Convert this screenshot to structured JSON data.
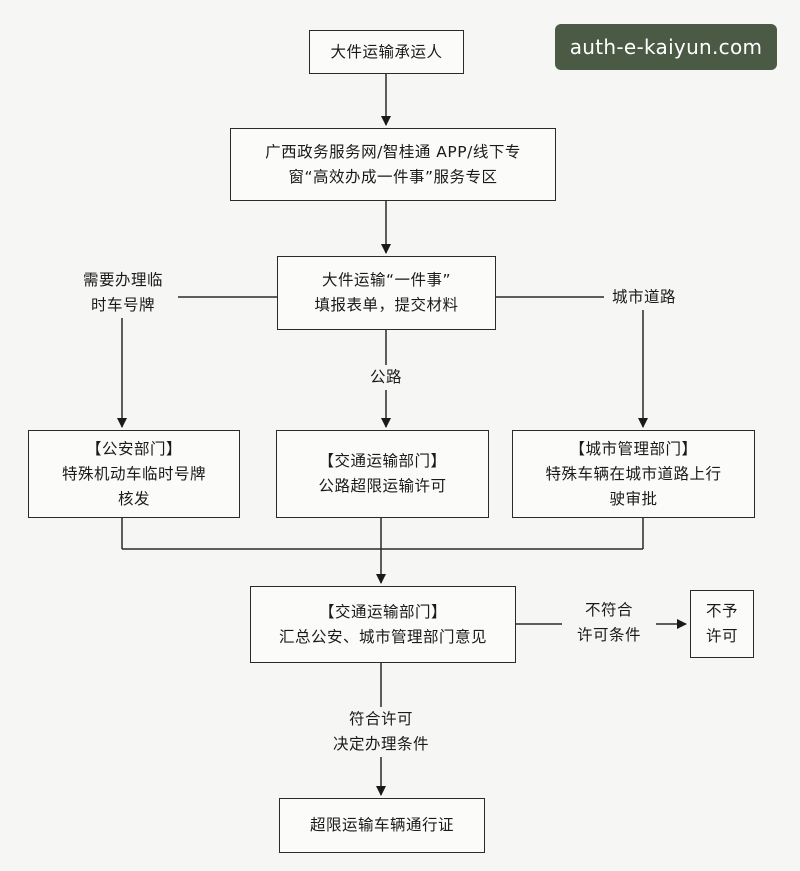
{
  "watermark": "auth-e-kaiyun.com",
  "nodes": {
    "carrier": "大件运输承运人",
    "platform": [
      "广西政务服务网/智桂通 APP/线下专",
      "窗“高效办成一件事”服务专区"
    ],
    "form": [
      "大件运输“一件事”",
      "填报表单，提交材料"
    ],
    "police": [
      "【公安部门】",
      "特殊机动车临时号牌",
      "核发"
    ],
    "transport_permit": [
      "【交通运输部门】",
      "公路超限运输许可"
    ],
    "city": [
      "【城市管理部门】",
      "特殊车辆在城市道路上行",
      "驶审批"
    ],
    "summary": [
      "【交通运输部门】",
      "汇总公安、城市管理部门意见"
    ],
    "deny": [
      "不予",
      "许可"
    ],
    "certificate": "超限运输车辆通行证"
  },
  "edge_labels": {
    "temp_plate": [
      "需要办理临",
      "时车号牌"
    ],
    "city_road": "城市道路",
    "highway": "公路",
    "not_qualified": [
      "不符合",
      "许可条件"
    ],
    "qualified": [
      "符合许可",
      "决定办理条件"
    ]
  }
}
